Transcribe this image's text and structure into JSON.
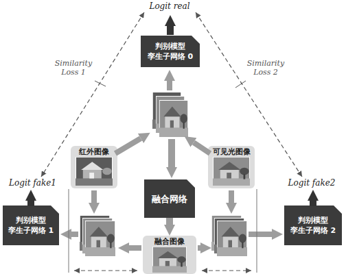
{
  "diagram": {
    "nodes": [
      {
        "text": [
          "判别模型",
          "孪生子网络 0"
        ]
      },
      {
        "text": [
          "红外图像"
        ]
      },
      {
        "text": [
          "可见光图像"
        ]
      },
      {
        "text": [
          "融合网络"
        ]
      },
      {
        "text": [
          "判别模型",
          "孪生子网络 1"
        ]
      },
      {
        "text": [
          "判别模型",
          "孪生子网络 2"
        ]
      },
      {
        "text": [
          "融合图像"
        ]
      }
    ],
    "edges": [
      {
        "from": 3,
        "to": 6,
        "arrow": "to"
      }
    ],
    "labels": [
      "Logit real",
      "Similarity Loss 1",
      "Similarity Loss 2",
      "Logit fake1",
      "Logit fake2"
    ]
  }
}
